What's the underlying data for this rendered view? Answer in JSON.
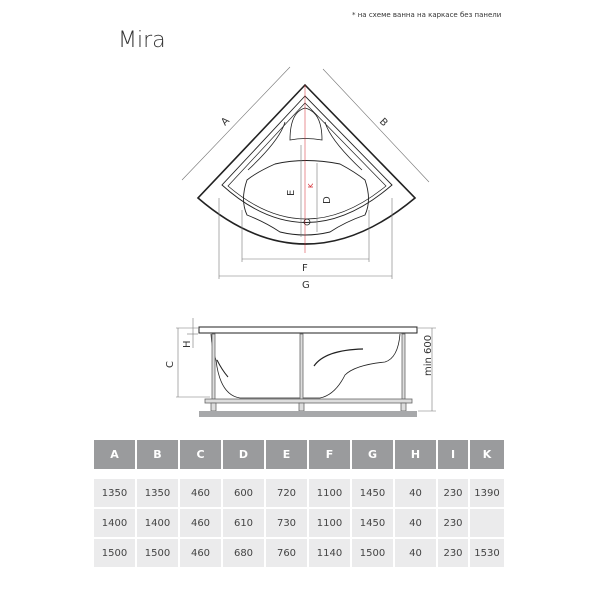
{
  "note": "* на схеме ванна на каркасе без панели",
  "title": "Mira",
  "top_view_labels": {
    "A": "A",
    "B": "B",
    "D": "D",
    "E": "E",
    "F": "F",
    "G": "G",
    "K": "K"
  },
  "side_view_labels": {
    "C": "C",
    "H": "H",
    "min": "min 600"
  },
  "table": {
    "headers": [
      "A",
      "B",
      "C",
      "D",
      "E",
      "F",
      "G",
      "H",
      "I",
      "K"
    ],
    "rows": [
      [
        "1350",
        "1350",
        "460",
        "600",
        "720",
        "1100",
        "1450",
        "40",
        "230",
        "1390"
      ],
      [
        "1400",
        "1400",
        "460",
        "610",
        "730",
        "1100",
        "1450",
        "40",
        "230",
        ""
      ],
      [
        "1500",
        "1500",
        "460",
        "680",
        "760",
        "1140",
        "1500",
        "40",
        "230",
        "1530"
      ]
    ]
  },
  "colors": {
    "header_bg": "#9a9b9d",
    "row_bg": "#ebebec",
    "k_marker": "#d2232a"
  }
}
